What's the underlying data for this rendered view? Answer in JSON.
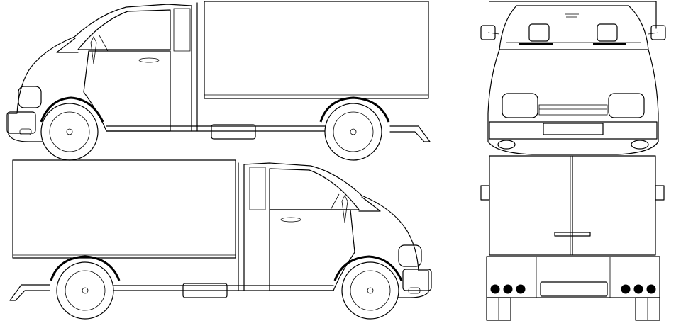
{
  "colors": {
    "ink": "#000000",
    "background": "#ffffff"
  },
  "views": [
    {
      "name": "left-side-view"
    },
    {
      "name": "right-side-view"
    },
    {
      "name": "front-view"
    },
    {
      "name": "rear-view"
    }
  ]
}
